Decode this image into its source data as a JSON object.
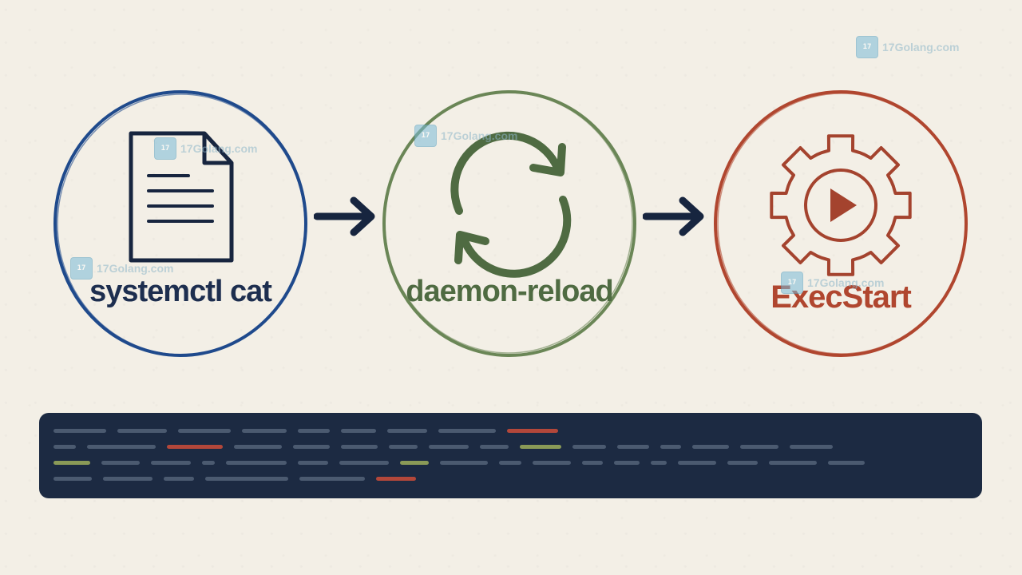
{
  "steps": [
    {
      "label": "systemctl cat",
      "icon": "document-icon",
      "color": "#1f4a8c"
    },
    {
      "label": "daemon-reload",
      "icon": "refresh-icon",
      "color": "#5e7a4c"
    },
    {
      "label": "ExecStart",
      "icon": "gear-play-icon",
      "color": "#b0462f"
    }
  ],
  "arrow_color": "#17253f",
  "terminal": {
    "background": "#1c2a42"
  },
  "watermark": {
    "text": "17Golang.com"
  }
}
